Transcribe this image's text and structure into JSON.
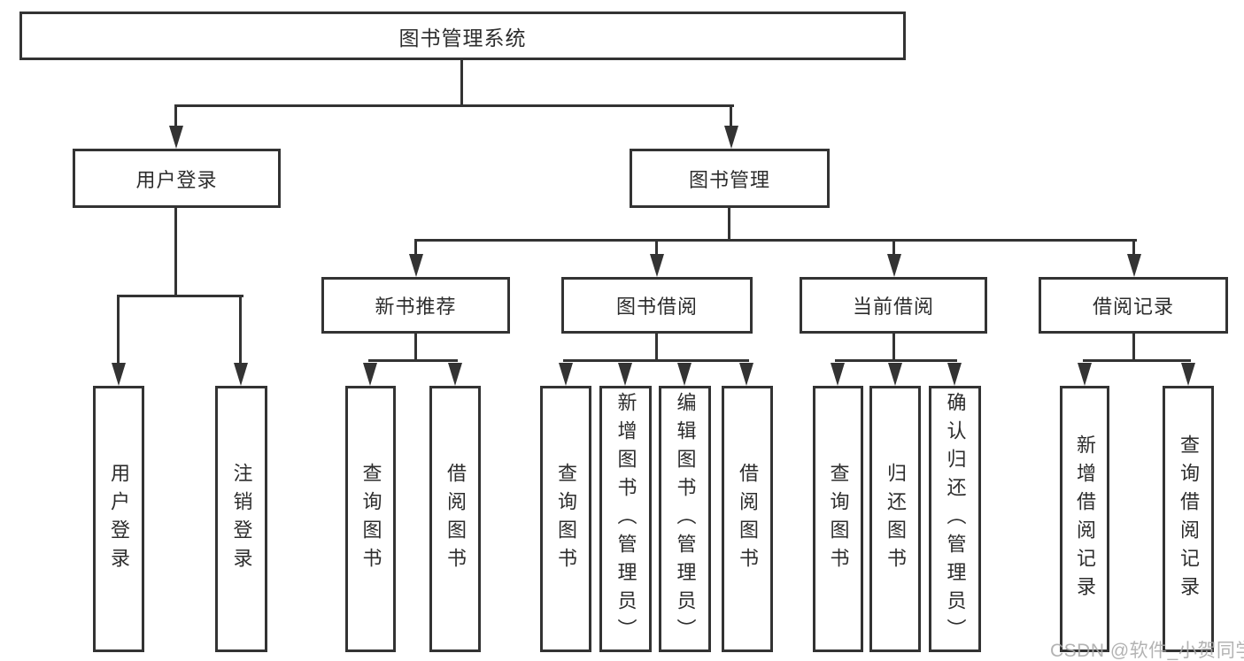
{
  "diagram_title": "图书管理系统",
  "nodes": {
    "root": "图书管理系统",
    "user_login": "用户登录",
    "book_management": "图书管理",
    "new_book_recommend": "新书推荐",
    "book_borrowing": "图书借阅",
    "current_borrowing": "当前借阅",
    "borrowing_records": "借阅记录",
    "leaf_user_login": "用户登录",
    "leaf_logout_login": "注销登录",
    "leaf_query_books_recommend": "查询图书",
    "leaf_borrow_books_recommend": "借阅图书",
    "leaf_query_books_borrowing": "查询图书",
    "leaf_add_books_admin": "新增图书（管理员）",
    "leaf_edit_books_admin": "编辑图书（管理员）",
    "leaf_borrow_books_borrowing": "借阅图书",
    "leaf_query_books_current": "查询图书",
    "leaf_return_books": "归还图书",
    "leaf_confirm_return_admin": "确认归还（管理员）",
    "leaf_add_borrow_record": "新增借阅记录",
    "leaf_query_borrow_record": "查询借阅记录"
  },
  "watermark": {
    "text": "CSDN @软件_小贺同学"
  },
  "colors": {
    "line": "#333333",
    "box_border": "#333333",
    "text": "#2d2d2d",
    "watermark": "#a9a9a9",
    "background": "#ffffff"
  }
}
